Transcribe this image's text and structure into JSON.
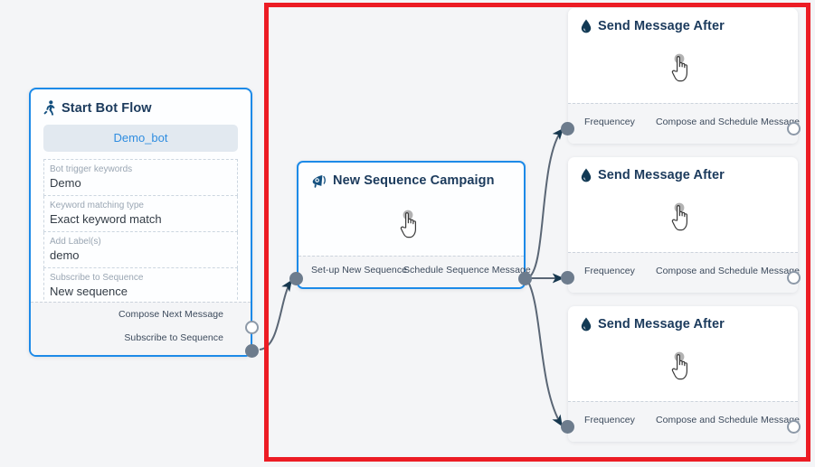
{
  "canvas": {
    "background": "#f4f5f7",
    "selection_rect_color": "#ec1c24"
  },
  "nodes": {
    "start_bot_flow": {
      "title": "Start Bot Flow",
      "icon": "running-person-icon",
      "bot_chip": "Demo_bot",
      "fields": [
        {
          "label": "Bot trigger keywords",
          "value": "Demo"
        },
        {
          "label": "Keyword matching type",
          "value": "Exact keyword match"
        },
        {
          "label": "Add Label(s)",
          "value": "demo"
        },
        {
          "label": "Subscribe to Sequence",
          "value": "New sequence"
        }
      ],
      "ports": [
        {
          "label": "Compose Next Message",
          "state": "hollow"
        },
        {
          "label": "Subscribe to Sequence",
          "state": "filled"
        }
      ]
    },
    "new_sequence_campaign": {
      "title": "New Sequence Campaign",
      "icon": "megaphone-icon",
      "cursor_icon": "pointing-hand-cursor",
      "ports_in": {
        "label": "",
        "state": "filled"
      },
      "footer_labels": [
        "Set-up New Sequence",
        "Schedule Sequence Message"
      ],
      "ports_out": {
        "state": "filled"
      }
    },
    "send_message_after": [
      {
        "title": "Send Message After",
        "icon": "water-drop-icon",
        "cursor_icon": "pointing-hand-cursor",
        "in_port_label": "Frequencey",
        "out_port_label": "Compose and Schedule Message",
        "in_port_state": "filled",
        "out_port_state": "hollow"
      },
      {
        "title": "Send Message After",
        "icon": "water-drop-icon",
        "cursor_icon": "pointing-hand-cursor",
        "in_port_label": "Frequencey",
        "out_port_label": "Compose and Schedule Message",
        "in_port_state": "filled",
        "out_port_state": "hollow"
      },
      {
        "title": "Send Message After",
        "icon": "water-drop-icon",
        "cursor_icon": "pointing-hand-cursor",
        "in_port_label": "Frequencey",
        "out_port_label": "Compose and Schedule Message",
        "in_port_state": "filled",
        "out_port_state": "hollow"
      }
    ]
  },
  "colors": {
    "node_border_selected": "#1c8ae8",
    "edge": "#5a6675",
    "port_filled": "#6d7c8d",
    "title_text": "#1b3a5c"
  }
}
